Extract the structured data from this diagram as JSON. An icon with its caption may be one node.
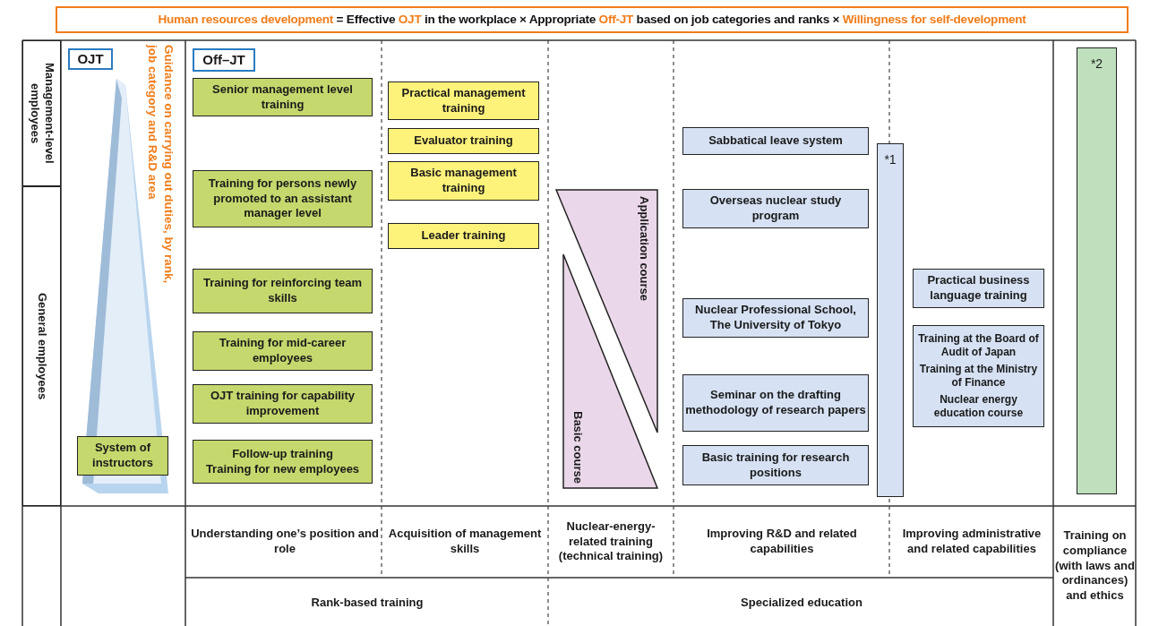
{
  "diagram": {
    "title": "**Human resources development** = Effective **OJT** in the workplace × Appropriate **Off-JT** based on job categories and ranks × **Willingness for self-development**",
    "nodes": [
      {
        "text": [
          "Management-level employees"
        ]
      },
      {
        "text": [
          "General employees"
        ]
      },
      {
        "text": [
          "OJT"
        ]
      },
      {
        "text": [
          "System of instructors"
        ]
      },
      {
        "text": [
          "Off–JT"
        ]
      },
      {
        "text": [
          "Senior management level training"
        ]
      },
      {
        "text": [
          "Training for persons newly promoted to an assistant manager level"
        ]
      },
      {
        "text": [
          "Training for reinforcing team skills"
        ]
      },
      {
        "text": [
          "Training for mid-career employees"
        ]
      },
      {
        "text": [
          "OJT training for capability improvement"
        ]
      },
      {
        "text": [
          "Follow-up training",
          "Training for new employees"
        ]
      },
      {
        "text": [
          "Practical management training"
        ]
      },
      {
        "text": [
          "Evaluator training"
        ]
      },
      {
        "text": [
          "Basic management training"
        ]
      },
      {
        "text": [
          "Leader training"
        ]
      },
      {
        "text": [
          "Application course"
        ]
      },
      {
        "text": [
          "Basic course"
        ]
      },
      {
        "text": [
          "Sabbatical leave system"
        ]
      },
      {
        "text": [
          "Overseas nuclear study program"
        ]
      },
      {
        "text": [
          "Nuclear Professional School, The University of Tokyo"
        ]
      },
      {
        "text": [
          "Seminar on the drafting methodology of research papers"
        ]
      },
      {
        "text": [
          "Basic training for research positions"
        ]
      },
      {
        "text": [
          "*1"
        ]
      },
      {
        "text": [
          "Practical business language training"
        ]
      },
      {
        "text": [
          "Training at the Board of Audit of Japan",
          "Training at the Ministry of Finance",
          "Nuclear energy education course"
        ]
      },
      {
        "text": [
          "*2"
        ]
      }
    ],
    "labels": [
      "Guidance on carrying out duties, by rank, job category and R&D area",
      "Understanding one’s position and role",
      "Acquisition of management skills",
      "Nuclear-energy-related training (technical training)",
      "Improving R&D and related capabilities",
      "Improving administrative and related capabilities",
      "Training on compliance (with laws and ordinances) and ethics",
      "Rank-based training",
      "Specialized education"
    ]
  }
}
